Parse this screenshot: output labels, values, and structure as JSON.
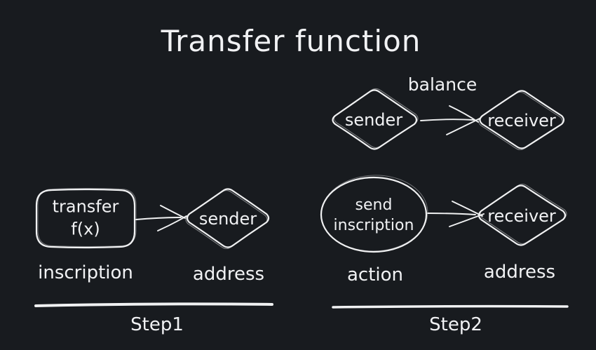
{
  "title": "Transfer function",
  "colors": {
    "background": "#181b1f",
    "stroke": "#f0f1f2",
    "text": "#f1f2f4"
  },
  "top_flow": {
    "sender_label": "sender",
    "arrow_label": "balance",
    "receiver_label": "receiver"
  },
  "step1": {
    "box_line1": "transfer",
    "box_line2": "f(x)",
    "diamond_label": "sender",
    "caption_left": "inscription",
    "caption_right": "address",
    "step_label": "Step1"
  },
  "step2": {
    "ellipse_line1": "send",
    "ellipse_line2": "inscription",
    "diamond_label": "receiver",
    "caption_left": "action",
    "caption_right": "address",
    "step_label": "Step2"
  }
}
